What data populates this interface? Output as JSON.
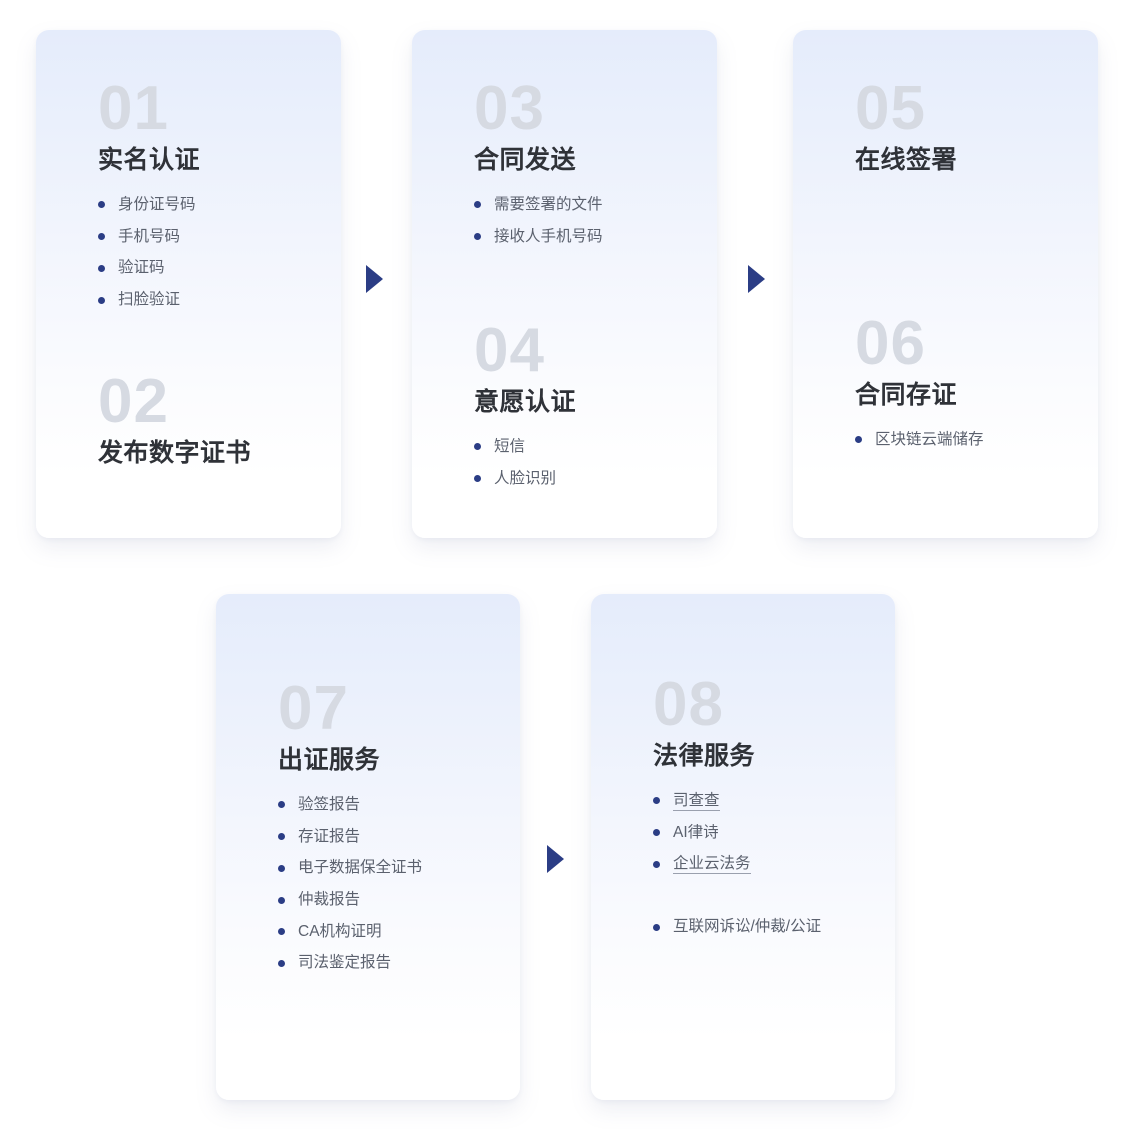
{
  "theme": {
    "page_background": "#ffffff",
    "card_gradient_top": "#e5ecfb",
    "card_gradient_bottom": "#ffffff",
    "step_number_color": "#d6dae2",
    "title_color": "#2f3238",
    "bullet_text_color": "#5b616e",
    "accent_navy": "#2b3d85"
  },
  "flow": {
    "cards": [
      {
        "id": "card-1",
        "sections": [
          {
            "number": "01",
            "title": "实名认证",
            "bullets": [
              {
                "label": "身份证号码",
                "link": false
              },
              {
                "label": "手机号码",
                "link": false
              },
              {
                "label": "验证码",
                "link": false
              },
              {
                "label": "扫脸验证",
                "link": false
              }
            ]
          },
          {
            "number": "02",
            "title": "发布数字证书",
            "bullets": []
          }
        ]
      },
      {
        "id": "card-2",
        "sections": [
          {
            "number": "03",
            "title": "合同发送",
            "bullets": [
              {
                "label": "需要签署的文件",
                "link": false
              },
              {
                "label": "接收人手机号码",
                "link": false
              }
            ]
          },
          {
            "number": "04",
            "title": "意愿认证",
            "bullets": [
              {
                "label": "短信",
                "link": false
              },
              {
                "label": "人脸识别",
                "link": false
              }
            ]
          }
        ]
      },
      {
        "id": "card-3",
        "sections": [
          {
            "number": "05",
            "title": "在线签署",
            "bullets": []
          },
          {
            "number": "06",
            "title": "合同存证",
            "bullets": [
              {
                "label": "区块链云端储存",
                "link": false
              }
            ]
          }
        ]
      },
      {
        "id": "card-4",
        "sections": [
          {
            "number": "07",
            "title": "出证服务",
            "bullets": [
              {
                "label": "验签报告",
                "link": false
              },
              {
                "label": "存证报告",
                "link": false
              },
              {
                "label": "电子数据保全证书",
                "link": false
              },
              {
                "label": "仲裁报告",
                "link": false
              },
              {
                "label": "CA机构证明",
                "link": false
              },
              {
                "label": "司法鉴定报告",
                "link": false
              }
            ]
          }
        ]
      },
      {
        "id": "card-5",
        "sections": [
          {
            "number": "08",
            "title": "法律服务",
            "bullets": [
              {
                "label": "司查查",
                "link": true
              },
              {
                "label": "AI律诗",
                "link": false
              },
              {
                "label": "企业云法务",
                "link": true
              },
              {
                "label": "互联网诉讼/仲裁/公证",
                "link": false,
                "gap_before": true
              }
            ]
          }
        ]
      }
    ],
    "arrows": [
      {
        "name": "arrow-card1-to-card2",
        "direction": "right"
      },
      {
        "name": "arrow-card2-to-card3",
        "direction": "right"
      },
      {
        "name": "arrow-card4-to-card5",
        "direction": "right"
      }
    ]
  }
}
